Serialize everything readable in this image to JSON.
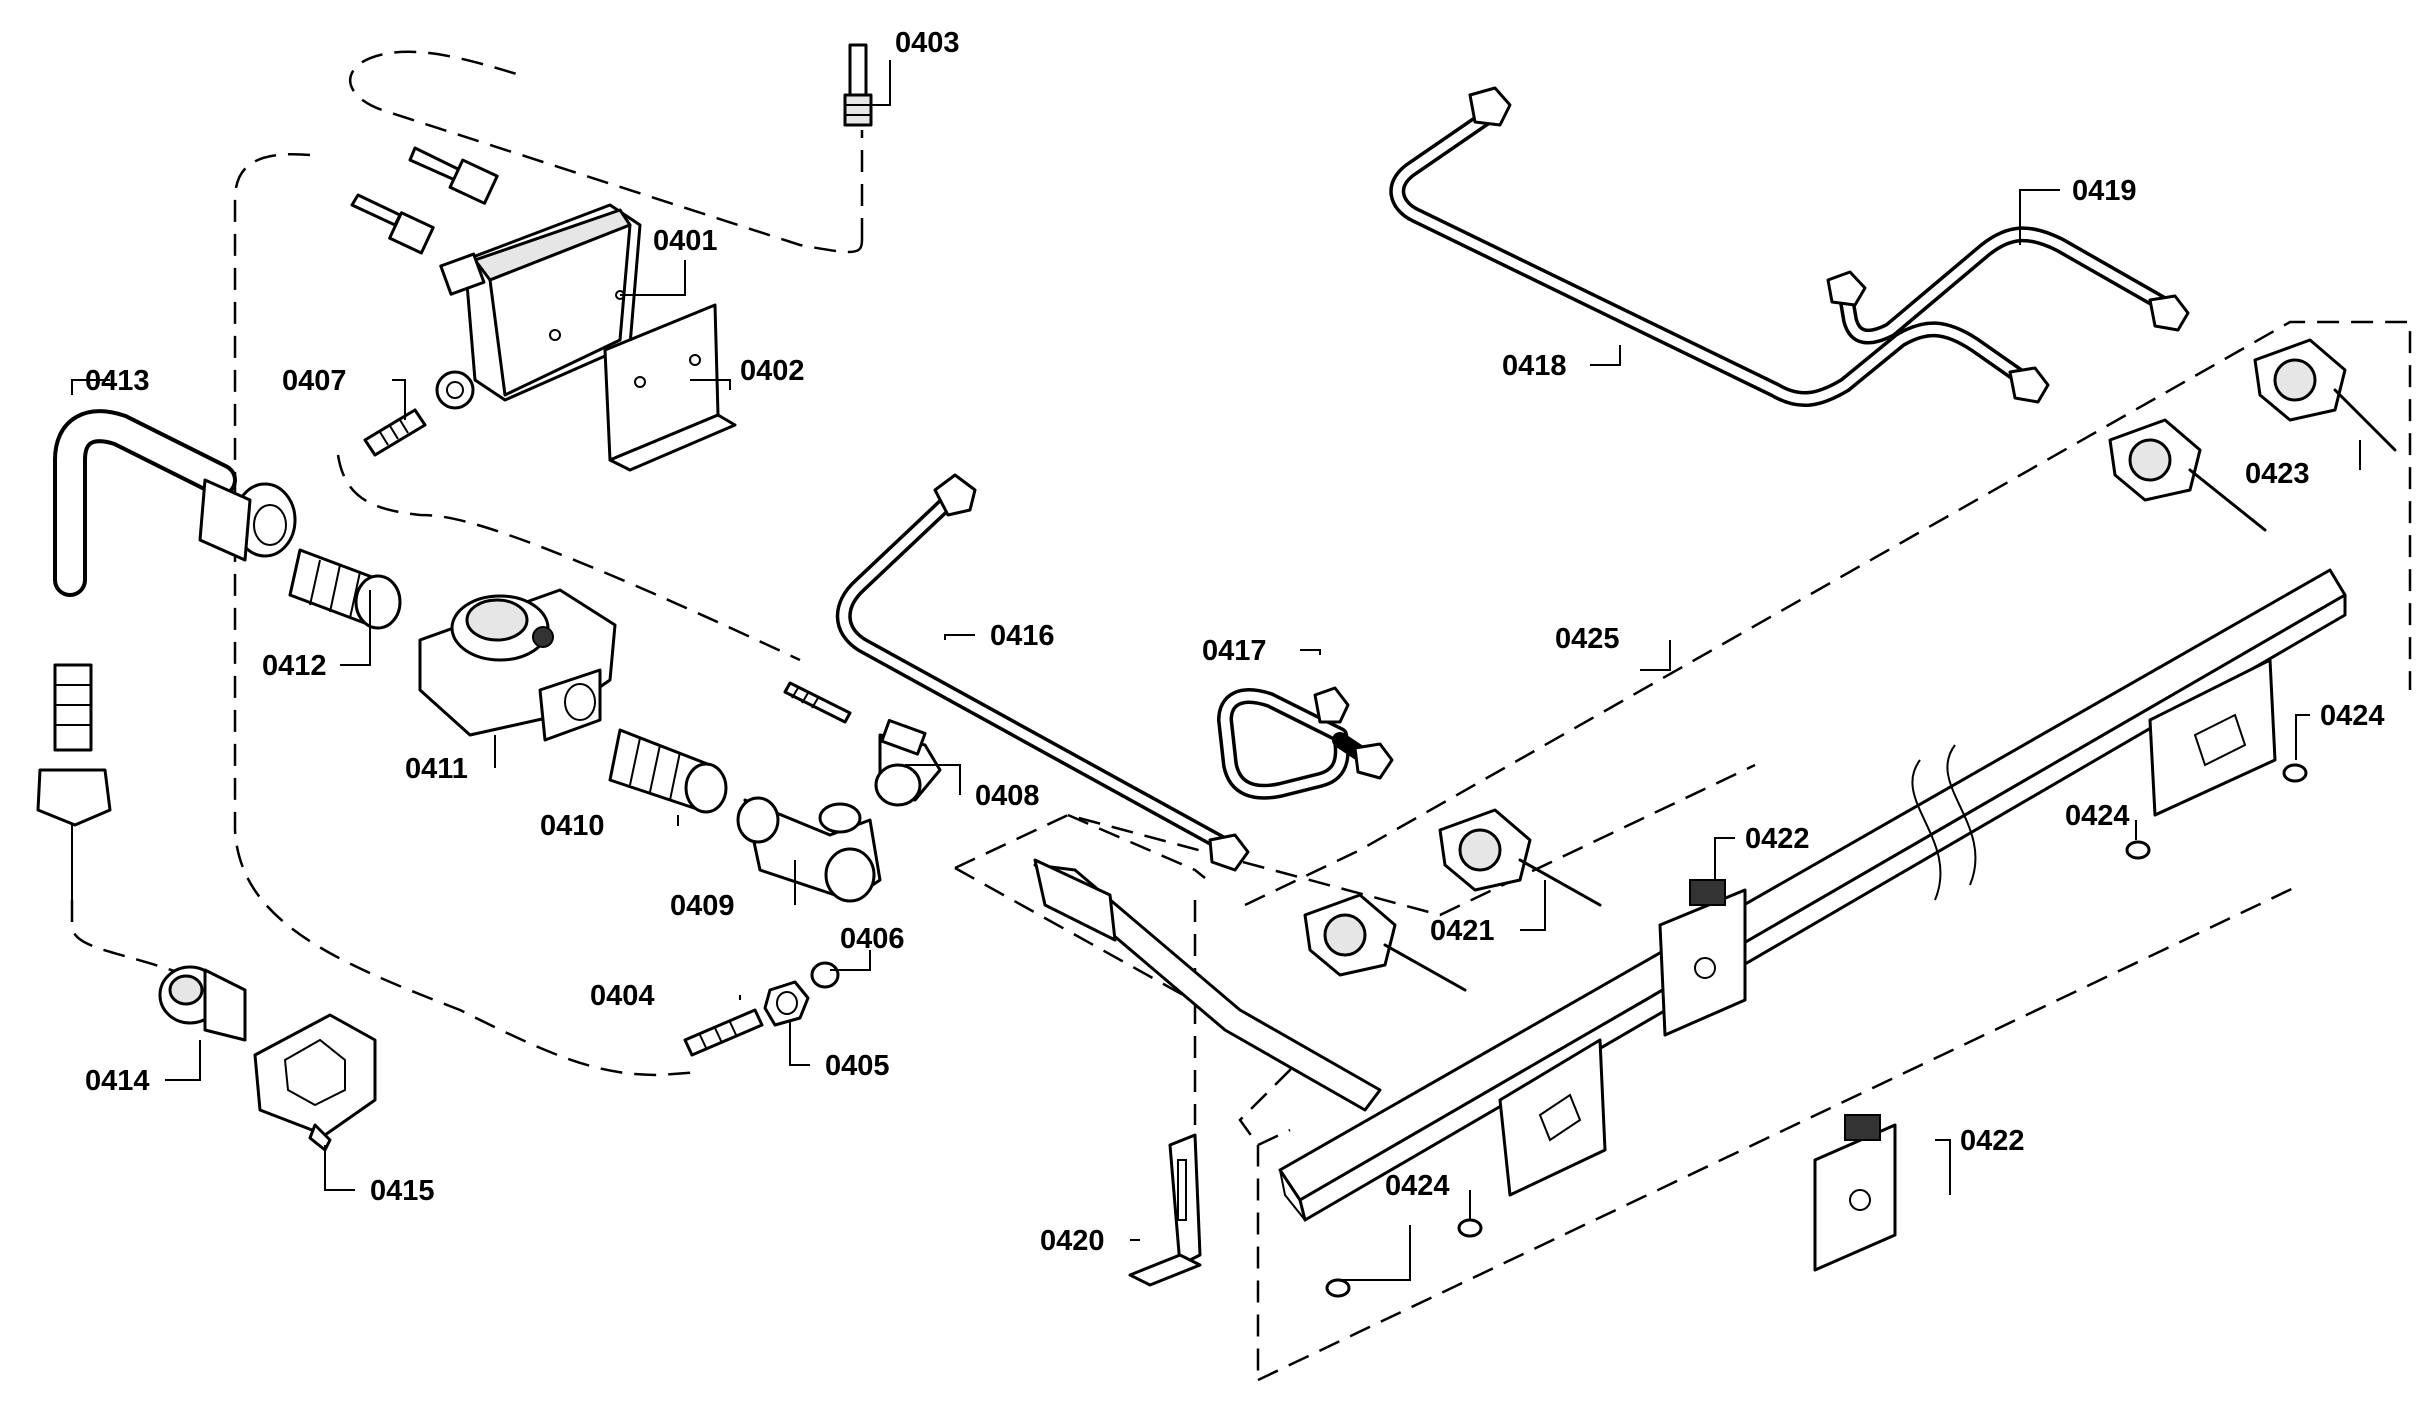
{
  "diagram": {
    "callouts": [
      {
        "id": "c0401",
        "label": "0401"
      },
      {
        "id": "c0402",
        "label": "0402"
      },
      {
        "id": "c0403",
        "label": "0403"
      },
      {
        "id": "c0404",
        "label": "0404"
      },
      {
        "id": "c0405",
        "label": "0405"
      },
      {
        "id": "c0406",
        "label": "0406"
      },
      {
        "id": "c0407",
        "label": "0407"
      },
      {
        "id": "c0408",
        "label": "0408"
      },
      {
        "id": "c0409",
        "label": "0409"
      },
      {
        "id": "c0410",
        "label": "0410"
      },
      {
        "id": "c0411",
        "label": "0411"
      },
      {
        "id": "c0412",
        "label": "0412"
      },
      {
        "id": "c0413",
        "label": "0413"
      },
      {
        "id": "c0414",
        "label": "0414"
      },
      {
        "id": "c0415",
        "label": "0415"
      },
      {
        "id": "c0416",
        "label": "0416"
      },
      {
        "id": "c0417",
        "label": "0417"
      },
      {
        "id": "c0418",
        "label": "0418"
      },
      {
        "id": "c0419",
        "label": "0419"
      },
      {
        "id": "c0420",
        "label": "0420"
      },
      {
        "id": "c0421",
        "label": "0421"
      },
      {
        "id": "c0422a",
        "label": "0422"
      },
      {
        "id": "c0422b",
        "label": "0422"
      },
      {
        "id": "c0423",
        "label": "0423"
      },
      {
        "id": "c0424a",
        "label": "0424"
      },
      {
        "id": "c0424b",
        "label": "0424"
      },
      {
        "id": "c0424c",
        "label": "0424"
      },
      {
        "id": "c0425",
        "label": "0425"
      }
    ]
  }
}
